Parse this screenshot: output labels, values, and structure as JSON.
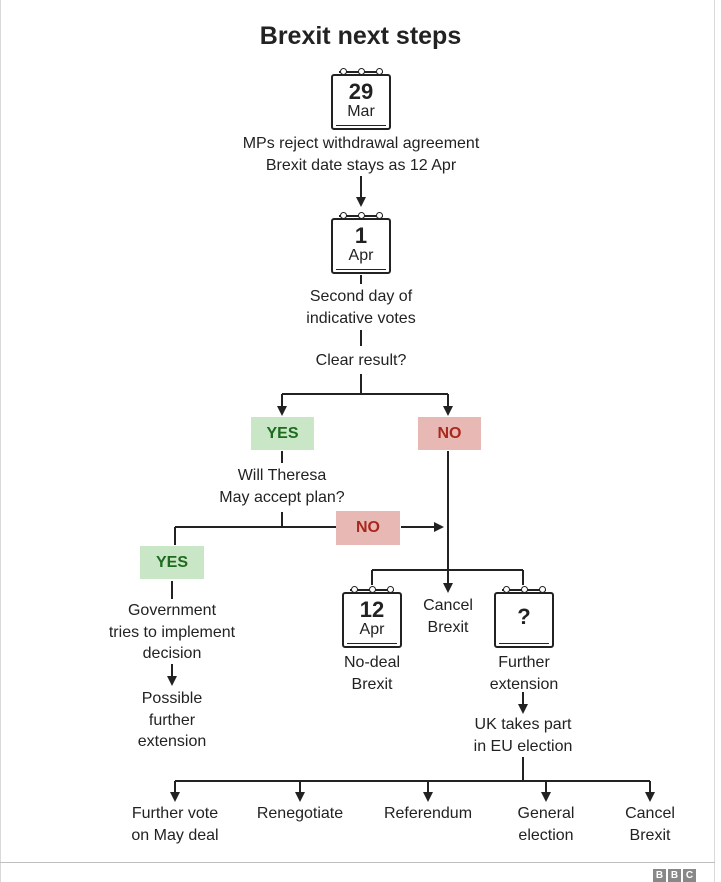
{
  "title": "Brexit next steps",
  "colors": {
    "yes_bg": "#c9e6c6",
    "yes_text": "#1e6b1e",
    "no_bg": "#e8b9b4",
    "no_text": "#a8281e",
    "line": "#222222"
  },
  "calendars": {
    "mar29": {
      "day": "29",
      "month": "Mar",
      "icon": "calendar-icon"
    },
    "apr1": {
      "day": "1",
      "month": "Apr",
      "icon": "calendar-icon"
    },
    "apr12": {
      "day": "12",
      "month": "Apr",
      "icon": "calendar-icon"
    },
    "unknown": {
      "symbol": "?",
      "icon": "calendar-icon"
    }
  },
  "steps": {
    "reject": "MPs reject withdrawal agreement\nBrexit date stays as 12 Apr",
    "second_day": "Second day of\nindicative votes",
    "clear_result": "Clear result?",
    "will_may": "Will Theresa\nMay accept plan?",
    "gov_implement": "Government\ntries to implement\ndecision",
    "possible_extension": "Possible\nfurther\nextension",
    "no_deal": "No-deal\nBrexit",
    "cancel_brexit_mid": "Cancel\nBrexit",
    "further_extension": "Further\nextension",
    "uk_election": "UK takes part\nin EU election"
  },
  "tags": {
    "yes_1": "YES",
    "no_1": "NO",
    "no_2": "NO",
    "yes_2": "YES"
  },
  "outcomes": [
    "Further vote\non May deal",
    "Renegotiate",
    "Referendum",
    "General\nelection",
    "Cancel\nBrexit"
  ],
  "logo": [
    "B",
    "B",
    "C"
  ]
}
